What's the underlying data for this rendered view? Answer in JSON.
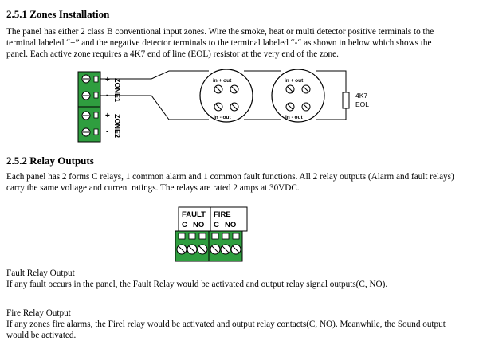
{
  "section1": {
    "heading": "2.5.1 Zones Installation",
    "para_lines": [
      "The panel has either 2 class B conventional input zones. Wire the smoke, heat or multi detector positive terminals to the",
      "terminal labeled “+” and the negative detector terminals to the terminal labeled   “-“ as shown in below which shows the",
      "panel. Each active zone requires a 4K7  end of line (EOL) resistor at the very end of the zone."
    ]
  },
  "zones_diagram": {
    "zone1_label": "ZONE1",
    "zone2_label": "ZONE2",
    "plus": "+",
    "minus": "-",
    "det_top": "in + out",
    "det_bottom": "in - out",
    "eol_value": "4K7",
    "eol_label": "EOL"
  },
  "section2": {
    "heading": "2.5.2 Relay Outputs",
    "para_lines": [
      "Each panel has 2 forms C relays, 1 common alarm and 1 common fault functions. All 2 relay outputs (Alarm and fault relays)",
      "carry the same voltage and current ratings. The relays are rated 2 amps at 30VDC."
    ]
  },
  "relay_diagram": {
    "fault_label": "FAULT",
    "fire_label": "FIRE",
    "c_label": "C",
    "no_label": "NO"
  },
  "fault_relay": {
    "title": "Fault Relay Output",
    "text": "If any fault occurs in the panel, the Fault Relay would be activated and output relay signal outputs(C, NO)."
  },
  "fire_relay": {
    "title": "Fire Relay Output",
    "lines": [
      "If any zones fire alarms, the Firel relay would be activated and output relay contacts(C, NO). Meanwhile, the Sound output",
      "would be activated."
    ]
  }
}
